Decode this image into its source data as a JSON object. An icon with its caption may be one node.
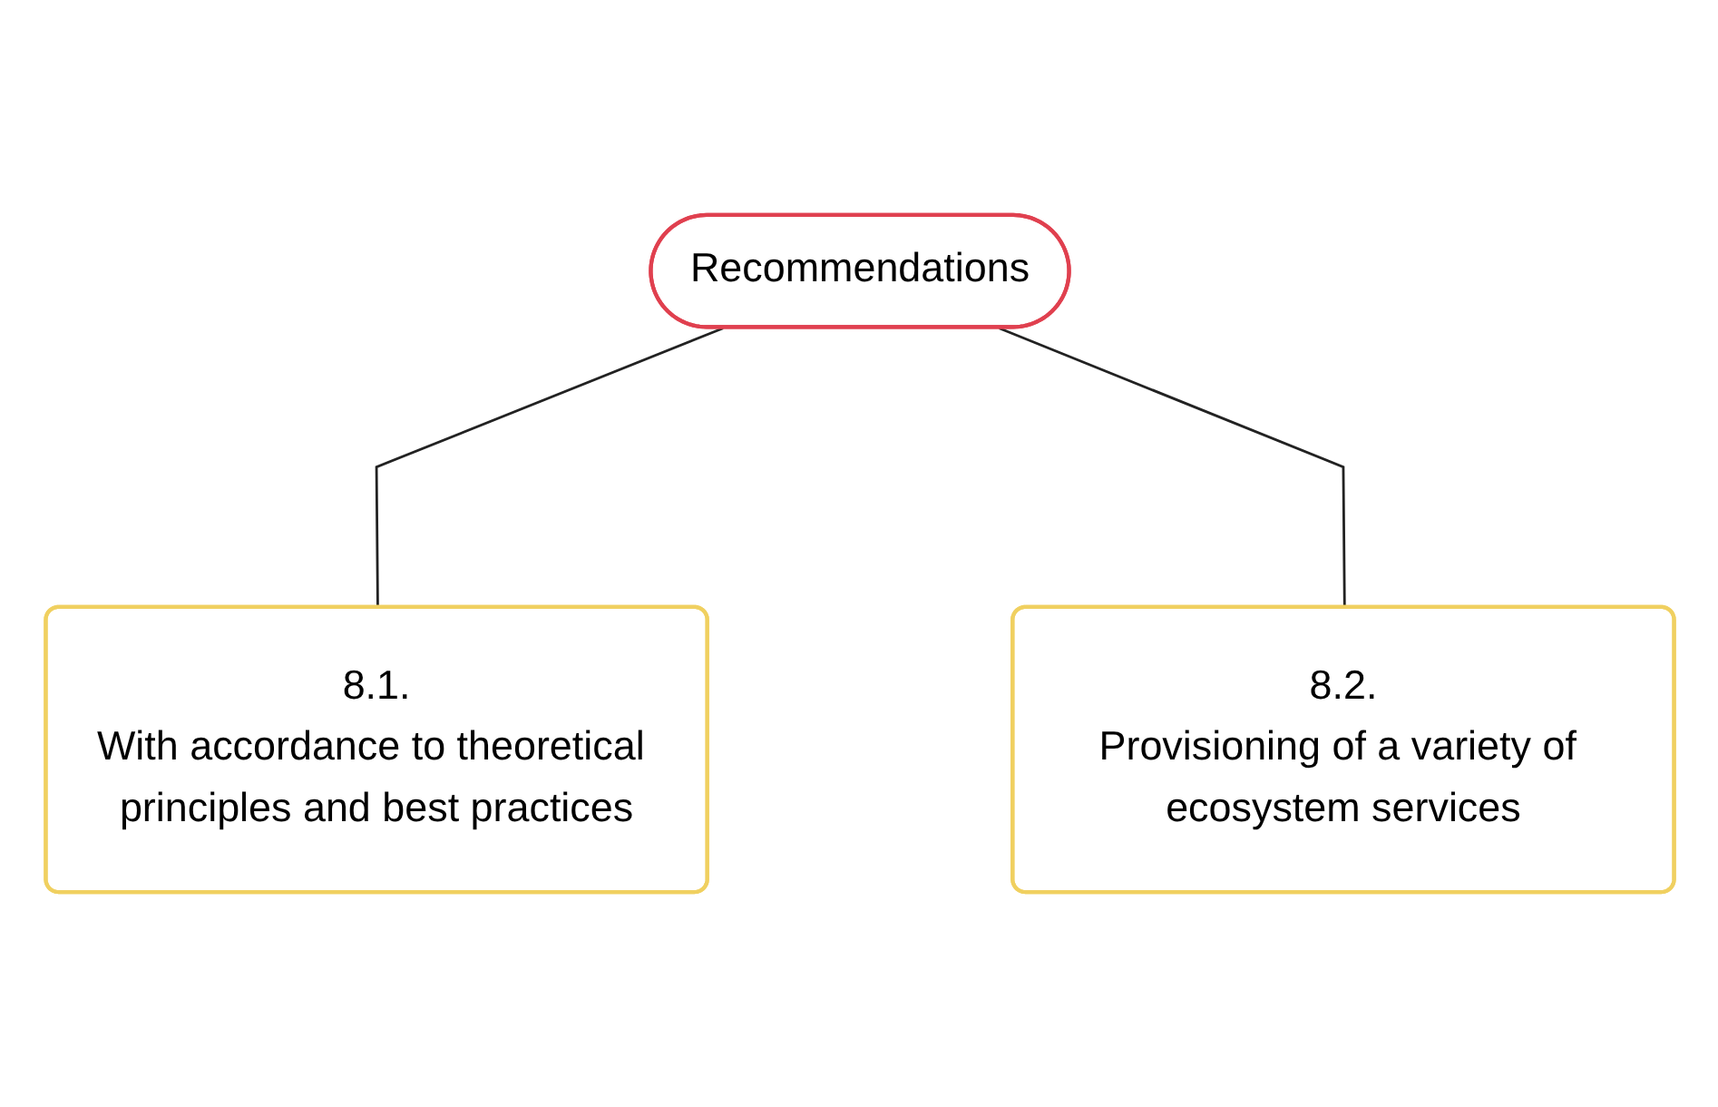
{
  "diagram": {
    "nodes": [
      {
        "text": [
          "Recommendations"
        ]
      },
      {
        "text": [
          "8.1.",
          "With accordance to theoretical principles and best practices"
        ]
      },
      {
        "text": [
          "8.2.",
          "Provisioning of a variety of ecosystem services"
        ]
      }
    ],
    "edges": [
      {
        "from": 0,
        "to": 1,
        "arrow": "none"
      },
      {
        "from": 0,
        "to": 2,
        "arrow": "none"
      }
    ]
  }
}
